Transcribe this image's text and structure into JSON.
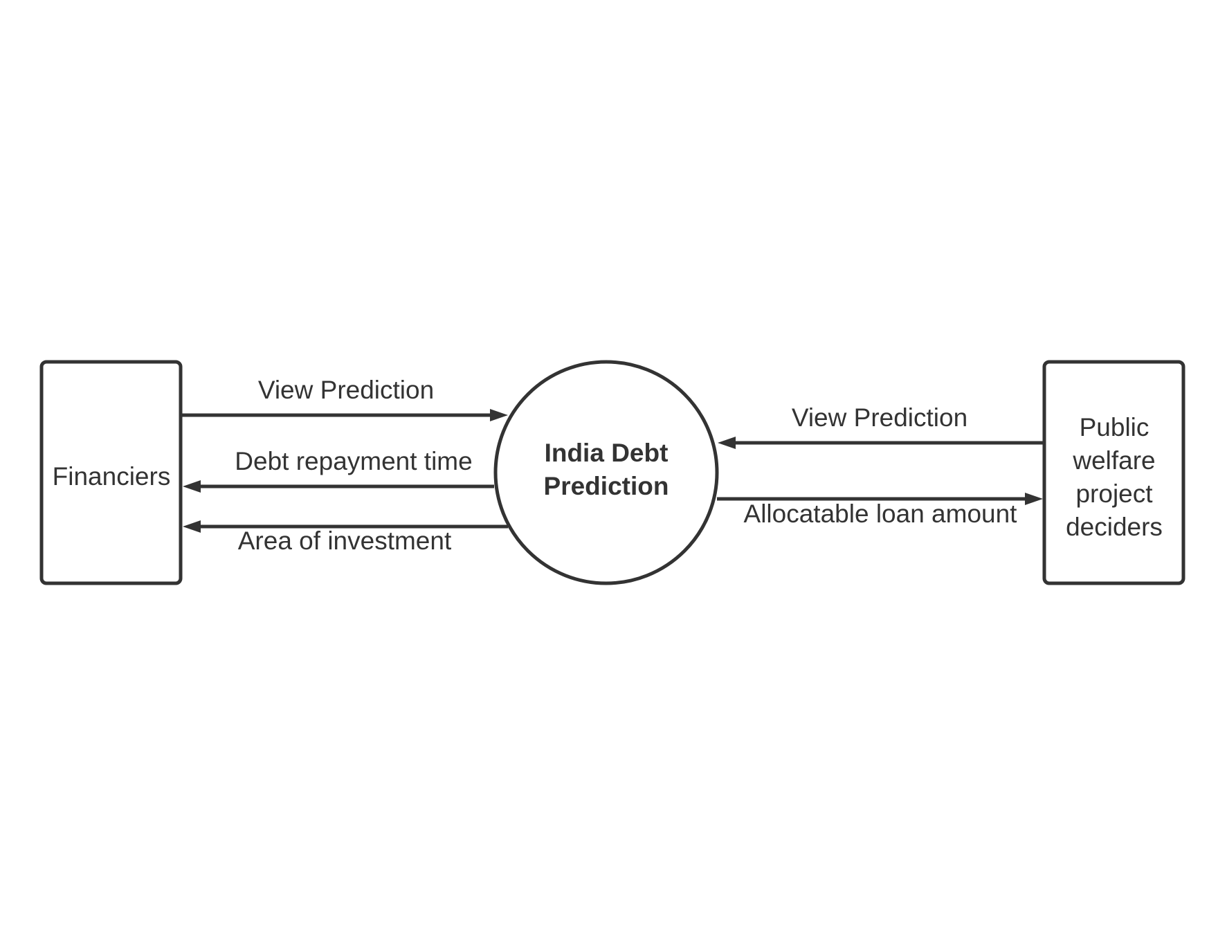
{
  "diagram": {
    "entities": {
      "left": {
        "label": "Financiers"
      },
      "right": {
        "lines": [
          "Public",
          "welfare",
          "project",
          "deciders"
        ]
      }
    },
    "process": {
      "lines": [
        "India Debt",
        "Prediction"
      ]
    },
    "flows": {
      "left_view_prediction": "View Prediction",
      "debt_repayment_time": "Debt repayment time",
      "area_of_investment": "Area of investment",
      "right_view_prediction": "View Prediction",
      "allocatable_loan_amount": "Allocatable loan amount"
    },
    "colors": {
      "stroke": "#333333",
      "background": "#ffffff"
    }
  }
}
